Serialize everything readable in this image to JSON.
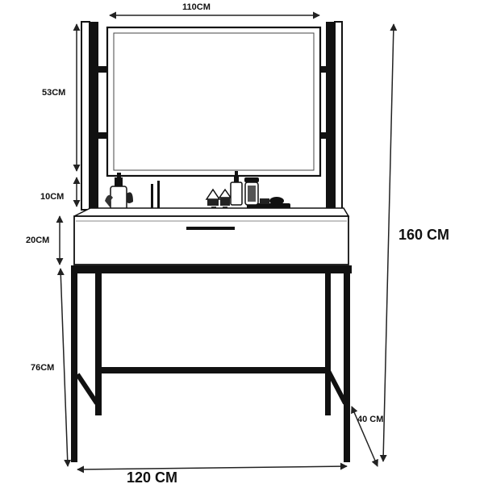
{
  "diagram": {
    "dimensions": {
      "mirror_width": "110CM",
      "mirror_height": "53CM",
      "mirror_gap": "10CM",
      "drawer_height": "20CM",
      "leg_height": "76CM",
      "total_height": "160 CM",
      "depth": "40 CM",
      "total_width": "120 CM"
    },
    "colors": {
      "frame": "#111111",
      "line": "#222222",
      "background": "#ffffff"
    }
  }
}
